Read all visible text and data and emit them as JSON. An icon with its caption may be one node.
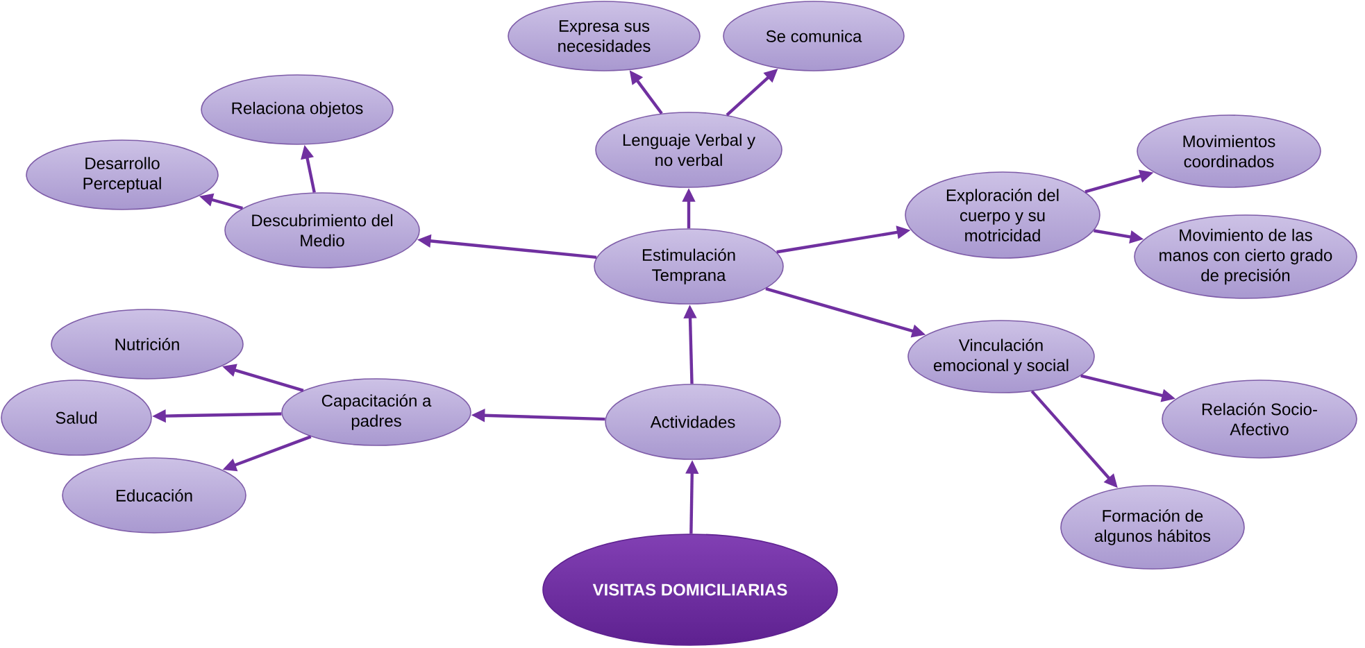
{
  "diagram": {
    "nodes": [
      {
        "text": [
          "VISITAS DOMICILIARIAS"
        ]
      },
      {
        "text": [
          "Actividades"
        ]
      },
      {
        "text": [
          "Estimulación Temprana"
        ]
      },
      {
        "text": [
          "Lenguaje Verbal y no verbal"
        ]
      },
      {
        "text": [
          "Expresa sus necesidades"
        ]
      },
      {
        "text": [
          "Se comunica"
        ]
      },
      {
        "text": [
          "Descubrimiento del Medio"
        ]
      },
      {
        "text": [
          "Relaciona objetos"
        ]
      },
      {
        "text": [
          "Desarrollo Perceptual"
        ]
      },
      {
        "text": [
          "Exploración del cuerpo y su motricidad"
        ]
      },
      {
        "text": [
          "Movimientos coordinados"
        ]
      },
      {
        "text": [
          "Movimiento de las manos con cierto grado de precisión"
        ]
      },
      {
        "text": [
          "Vinculación emocional y social"
        ]
      },
      {
        "text": [
          "Relación Socio-Afectivo"
        ]
      },
      {
        "text": [
          "Formación de algunos hábitos"
        ]
      },
      {
        "text": [
          "Capacitación a padres"
        ]
      },
      {
        "text": [
          "Nutrición"
        ]
      },
      {
        "text": [
          "Salud"
        ]
      },
      {
        "text": [
          "Educación"
        ]
      }
    ],
    "edges": [
      {
        "from": 0,
        "to": 1,
        "arrow": "to"
      },
      {
        "from": 1,
        "to": 2,
        "arrow": "to"
      },
      {
        "from": 1,
        "to": 15,
        "arrow": "to"
      },
      {
        "from": 2,
        "to": 3,
        "arrow": "to"
      },
      {
        "from": 3,
        "to": 4,
        "arrow": "to"
      },
      {
        "from": 3,
        "to": 5,
        "arrow": "to"
      },
      {
        "from": 2,
        "to": 6,
        "arrow": "to"
      },
      {
        "from": 6,
        "to": 7,
        "arrow": "to"
      },
      {
        "from": 6,
        "to": 8,
        "arrow": "to"
      },
      {
        "from": 2,
        "to": 9,
        "arrow": "to"
      },
      {
        "from": 9,
        "to": 10,
        "arrow": "to"
      },
      {
        "from": 9,
        "to": 11,
        "arrow": "to"
      },
      {
        "from": 2,
        "to": 12,
        "arrow": "to"
      },
      {
        "from": 12,
        "to": 13,
        "arrow": "to"
      },
      {
        "from": 12,
        "to": 14,
        "arrow": "to"
      },
      {
        "from": 15,
        "to": 16,
        "arrow": "to"
      },
      {
        "from": 15,
        "to": 17,
        "arrow": "to"
      },
      {
        "from": 15,
        "to": 18,
        "arrow": "to"
      }
    ]
  }
}
